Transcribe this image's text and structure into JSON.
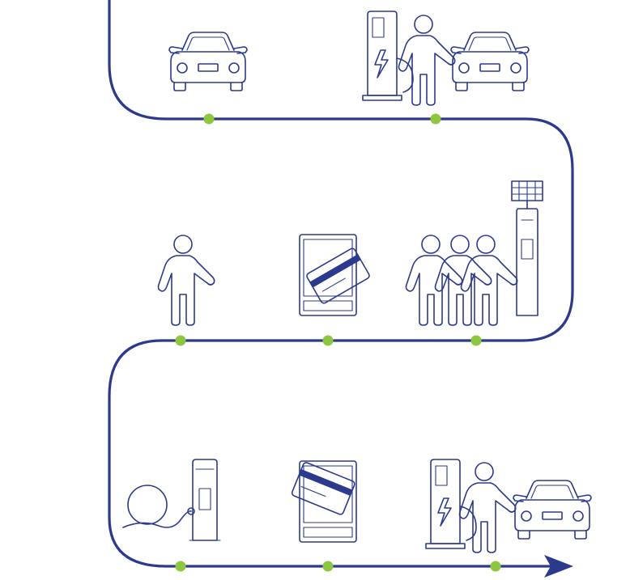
{
  "colors": {
    "path": "#2b3a8c",
    "dot": "#8dc63f",
    "icon": "#2b3a8c",
    "card_stripe": "#2b3a8c",
    "background": "#ffffff"
  },
  "diagram": {
    "type": "journey-path",
    "rows": 3,
    "end_marker": "arrow",
    "rows_content": [
      {
        "row": 1,
        "steps": [
          "car-icon",
          "charger-person-car-icon"
        ]
      },
      {
        "row": 2,
        "steps": [
          "person-waving-icon",
          "card-reader-icon",
          "queue-at-solar-charger-icon"
        ]
      },
      {
        "row": 3,
        "steps": [
          "cable-charger-icon",
          "card-reader-icon",
          "charger-person-car-icon"
        ]
      }
    ]
  }
}
